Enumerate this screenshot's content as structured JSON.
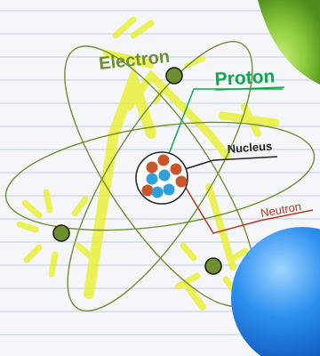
{
  "labels": {
    "electron": "Electron",
    "proton": "Proton",
    "nucleus": "Nucleus",
    "neutron": "Neutron"
  },
  "colors": {
    "paper": "#f5f6fa",
    "ruled_line": "#c9d3ea",
    "margin_line": "#e3a6b0",
    "orbit": "#6f8f2f",
    "highlighter": "#e9ef3a",
    "electron_fill": "#6d8f2e",
    "proton_fill": "#2e9fd8",
    "neutron_fill": "#c9562b",
    "electron_label": "#6d8f2e",
    "proton_label": "#12a54a",
    "nucleus_label": "#222222",
    "neutron_label": "#b23a1e",
    "green_ball": "#86c63b",
    "blue_ball": "#1e7fe0"
  }
}
